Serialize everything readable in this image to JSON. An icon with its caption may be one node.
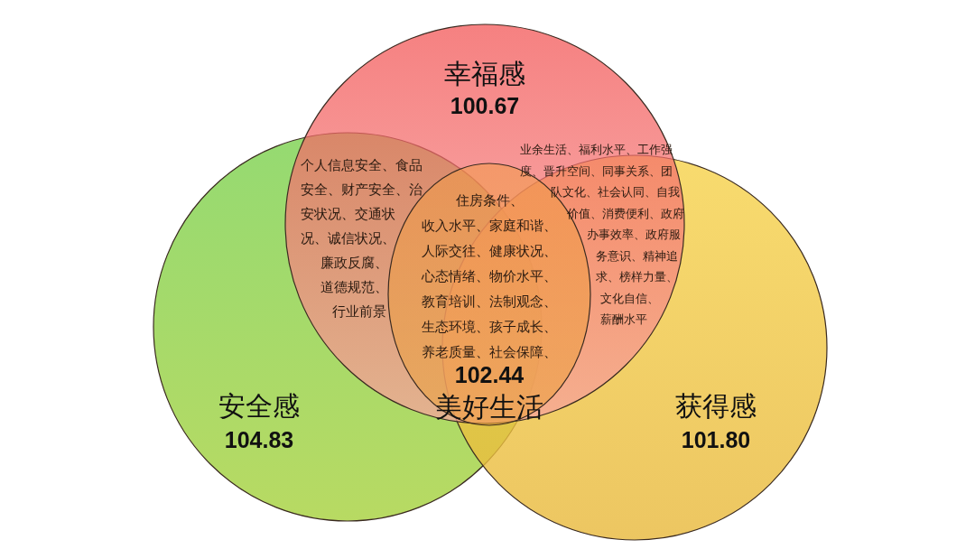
{
  "diagram": {
    "nodes": [
      {
        "text": [
          "安全感",
          "104.83"
        ]
      },
      {
        "text": [
          "获得感",
          "101.80"
        ]
      },
      {
        "text": [
          "幸福感",
          "100.67"
        ]
      },
      {
        "text": [
          "住房条件、收入水平、家庭和谐、人际交往、健康状况、心态情绪、物价水平、教育培训、法制观念、生态环境、孩子成长、养老质量、社会保障、",
          "102.44",
          "美好生活"
        ],
        "in": 2
      }
    ],
    "labels": [
      "个人信息安全、食品安全、财产安全、治安状况、交通状况、诚信状况、廉政反腐、道德规范、行业前景",
      "业余生活、福利水平、工作强度、晋升空间、同事关系、团队文化、社会认同、自我价值、消费便利、政府办事效率、政府服务意识、精神追求、榜样力量、文化自信、薪酬水平"
    ]
  }
}
